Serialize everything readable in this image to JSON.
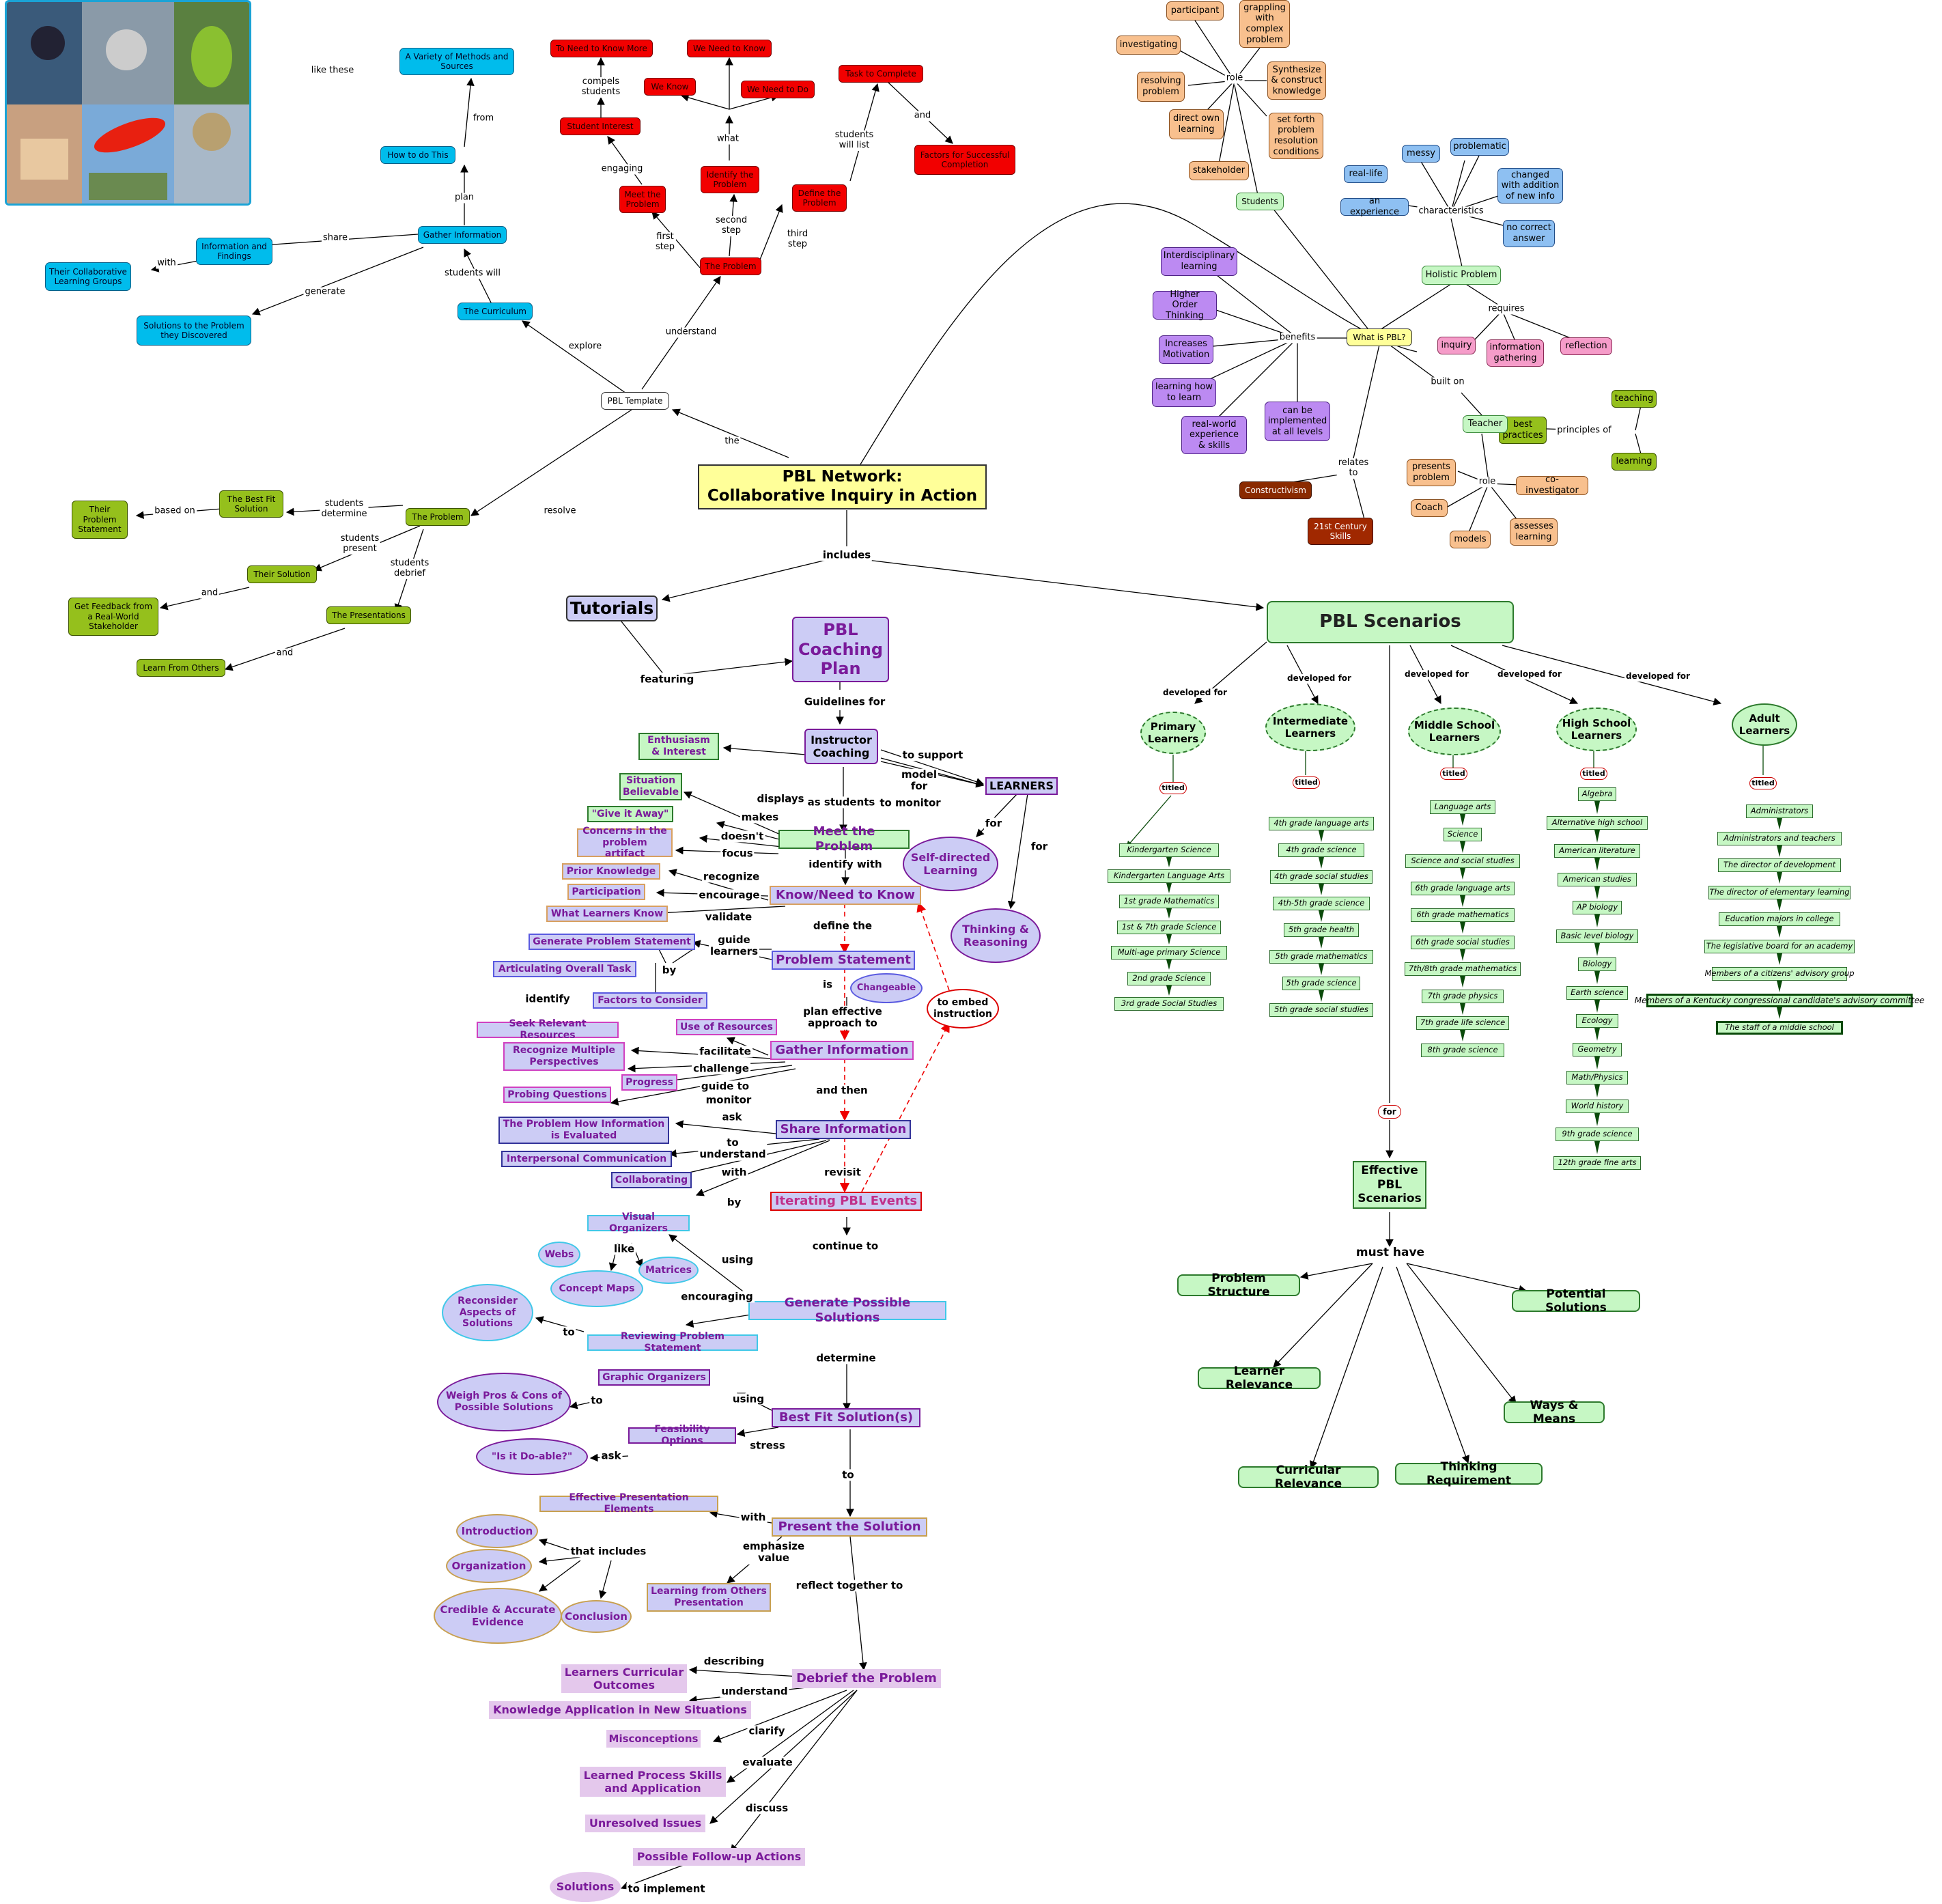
{
  "title": {
    "line1": "PBL Network:",
    "line2": "Collaborative Inquiry in Action"
  },
  "template": {
    "root": "PBL Template",
    "explore": "explore",
    "understand": "understand",
    "resolve": "resolve",
    "the": "the",
    "curriculum": "The Curriculum",
    "students_will": "students will",
    "gather": "Gather Information",
    "plan": "plan",
    "how_to": "How to do This",
    "from": "from",
    "variety": "A Variety of Methods and Sources",
    "like_these": "like these",
    "share": "share",
    "info_findings": "Information and Findings",
    "with": "with",
    "collab_groups": "Their Collaborative Learning Groups",
    "generate": "generate",
    "solutions_discovered": "Solutions to the Problem they Discovered",
    "problem_red": "The Problem",
    "first_step": "first\nstep",
    "second_step": "second\nstep",
    "third_step": "third\nstep",
    "meet_problem": "Meet the Problem",
    "identify_problem": "Identify the Problem",
    "define_problem": "Define the Problem",
    "engaging": "engaging",
    "student_interest": "Student Interest",
    "compels_students": "compels\nstudents",
    "need_to_know_more": "To Need to Know More",
    "what": "what",
    "we_know": "We Know",
    "we_need_to_know": "We Need to Know",
    "we_need_to_do": "We Need to Do",
    "students_will_list": "students\nwill list",
    "task_to_complete": "Task to Complete",
    "and": "and",
    "factors_success": "Factors for Successful Completion",
    "problem_green": "The Problem",
    "students_determine": "students\ndetermine",
    "best_fit": "The Best Fit Solution",
    "based_on": "based on",
    "their_problem_statement": "Their Problem Statement",
    "students_present": "students\npresent",
    "their_solution": "Their Solution",
    "feedback": "Get Feedback from a Real-World Stakeholder",
    "students_debrief": "students\ndebrief",
    "presentations": "The Presentations",
    "learn_from_others": "Learn From Others"
  },
  "whatis": {
    "root": "What is PBL?",
    "students": "Students",
    "role": "role",
    "participant": "participant",
    "grappling": "grappling with complex problem",
    "investigating": "investigating",
    "synthesize": "Synthesize & construct knowledge",
    "resolving": "resolving problem",
    "direct_own": "direct own learning",
    "set_forth": "set forth problem resolution conditions",
    "stakeholder": "stakeholder",
    "holistic": "Holistic Problem",
    "characteristics": "characteristics",
    "messy": "messy",
    "problematic": "problematic",
    "real_life": "real-life",
    "changed": "changed with addition of new info",
    "an_experience": "an experience",
    "no_correct": "no correct answer",
    "requires": "requires",
    "inquiry": "inquiry",
    "info_gathering": "information gathering",
    "reflection": "reflection",
    "benefits": "benefits",
    "interdisciplinary": "Interdisciplinary learning",
    "higher_order": "Higher Order Thinking",
    "increases_motivation": "Increases Motivation",
    "learning_how": "learning how to learn",
    "real_world": "real-world experience & skills",
    "implemented": "can be implemented at all levels",
    "built_on": "built on",
    "best_practices": "best practices",
    "principles_of": "principles of",
    "teaching": "teaching",
    "learning": "learning",
    "teacher": "Teacher",
    "role2": "role",
    "presents": "presents problem",
    "co_investigator": "co-investigator",
    "coach": "Coach",
    "models": "models",
    "assesses": "assesses learning",
    "relates_to": "relates\nto",
    "constructivism": "Constructivism",
    "skills21": "21st Century Skills"
  },
  "coaching": {
    "includes": "includes",
    "tutorials": "Tutorials",
    "featuring": "featuring",
    "plan": "PBL Coaching Plan",
    "guidelines_for": "Guidelines for",
    "instructor": "Instructor Coaching",
    "to_support": "to support",
    "model_for": "model\nfor",
    "to_monitor": "to monitor",
    "learners": "LEARNERS",
    "for1": "for",
    "for2": "for",
    "self_directed": "Self-directed Learning",
    "thinking": "Thinking & Reasoning",
    "as_students": "as students",
    "meet": "Meet the Problem",
    "displays": "displays",
    "makes": "makes",
    "doesnt": "doesn't",
    "focus": "focus",
    "enthusiasm": "Enthusiasm & Interest",
    "believable": "Situation Believable",
    "give_away": "\"Give it Away\"",
    "concerns": "Concerns in the problem artifact",
    "identify_with": "identify with",
    "know_need": "Know/Need to Know",
    "recognize": "recognize",
    "encourage": "encourage",
    "validate": "validate",
    "prior": "Prior Knowledge",
    "participation": "Participation",
    "what_learners_know": "What Learners Know",
    "define_the": "define the",
    "problem_statement": "Problem Statement",
    "guide_learners": "guide\nlearners",
    "by": "by",
    "identify": "identify",
    "gen_problem_statement": "Generate Problem Statement",
    "articulating": "Articulating Overall Task",
    "factors": "Factors to Consider",
    "is": "is",
    "changeable": "Changeable",
    "plan_effective": "plan effective\napproach to",
    "gather": "Gather Information",
    "facilitate": "facilitate",
    "challenge": "challenge",
    "guide_to": "guide to",
    "monitor": "monitor",
    "ask": "ask",
    "use_resources": "Use of Resources",
    "seek": "Seek Relevant Resources",
    "multiple": "Recognize Multiple Perspectives",
    "progress": "Progress",
    "probing": "Probing Questions",
    "and_then": "and then",
    "share": "Share Information",
    "to_understand": "to\nunderstand",
    "with": "with",
    "by2": "by",
    "problem_how": "The Problem How Information is Evaluated",
    "interpersonal": "Interpersonal Communication",
    "collaborating": "Collaborating",
    "revisit": "revisit",
    "iterating": "Iterating PBL Events",
    "to_embed": "to embed instruction",
    "continue_to": "continue to",
    "generate": "Generate Possible Solutions",
    "using": "using",
    "encouraging": "encouraging",
    "to": "to",
    "visual": "Visual Organizers",
    "like": "like",
    "webs": "Webs",
    "matrices": "Matrices",
    "concept_maps": "Concept Maps",
    "reviewing": "Reviewing Problem Statement",
    "reconsider": "Reconsider Aspects of Solutions",
    "determine": "determine",
    "best_fit": "Best Fit Solution(s)",
    "using2": "using",
    "stress": "stress",
    "ask2": "ask",
    "to2": "to",
    "graphic": "Graphic Organizers",
    "weigh": "Weigh Pros & Cons of Possible Solutions",
    "feasibility": "Feasibility Options",
    "doable": "\"Is it Do-able?\"",
    "to3": "to",
    "present": "Present the Solution",
    "with2": "with",
    "emphasize": "emphasize\nvalue",
    "that_includes": "that includes",
    "effective_pres": "Effective Presentation Elements",
    "introduction": "Introduction",
    "organization": "Organization",
    "credible": "Credible & Accurate Evidence",
    "conclusion": "Conclusion",
    "learning_others": "Learning from Others Presentation",
    "reflect": "reflect together to",
    "debrief": "Debrief the Problem",
    "describing": "describing",
    "understand": "understand",
    "clarify": "clarify",
    "evaluate": "evaluate",
    "discuss": "discuss",
    "to_implement": "to implement",
    "curricular_outcomes": "Learners Curricular Outcomes",
    "knowledge_app": "Knowledge Application in New Situations",
    "misconceptions": "Misconceptions",
    "process_skills": "Learned Process Skills and Application",
    "unresolved": "Unresolved Issues",
    "followup": "Possible Follow-up Actions",
    "solutions": "Solutions"
  },
  "scenarios": {
    "root": "PBL Scenarios",
    "developed_for": "developed for",
    "titled": "titled",
    "for": "for",
    "primary": "Primary Learners",
    "intermediate": "Intermediate Learners",
    "middle": "Middle School Learners",
    "high": "High School Learners",
    "adult": "Adult Learners",
    "primary_list": [
      "Kindergarten Science",
      "Kindergarten Language Arts",
      "1st grade Mathematics",
      "1st & 7th grade Science",
      "Multi-age primary Science",
      "2nd grade Science",
      "3rd grade Social Studies"
    ],
    "intermediate_list": [
      "4th grade language arts",
      "4th grade science",
      "4th grade social studies",
      "4th-5th grade science",
      "5th grade health",
      "5th grade mathematics",
      "5th grade science",
      "5th grade social studies"
    ],
    "middle_list": [
      "Language arts",
      "Science",
      "Science and social studies",
      "6th grade language arts",
      "6th grade mathematics",
      "6th grade social studies",
      "7th/8th grade mathematics",
      "7th grade physics",
      "7th grade life science",
      "8th grade science"
    ],
    "high_list": [
      "Algebra",
      "Alternative high school",
      "American literature",
      "American studies",
      "AP biology",
      "Basic level biology",
      "Biology",
      "Earth science",
      "Ecology",
      "Geometry",
      "Math/Physics",
      "World history",
      "9th grade science",
      "12th grade fine arts"
    ],
    "adult_list": [
      "Administrators",
      "Administrators and teachers",
      "The director of development",
      "The director of elementary learning",
      "Education majors in college",
      "The legislative board for an academy",
      "Members of a citizens' advisory group",
      "Members of a Kentucky congressional candidate's advisory committee",
      "The staff of a middle school"
    ],
    "effective": "Effective PBL Scenarios",
    "must_have": "must have",
    "problem_structure": "Problem Structure",
    "potential_solutions": "Potential Solutions",
    "learner_relevance": "Learner Relevance",
    "ways_means": "Ways & Means",
    "curricular_relevance": "Curricular Relevance",
    "thinking_requirement": "Thinking Requirement"
  },
  "colors": {
    "cyan": "#00bcec",
    "red": "#f20000",
    "lime": "#95c01c",
    "title_bg": "#ffff99",
    "coach_purple": "#7a1a9a",
    "scenario_green": "#c6f7c4"
  }
}
